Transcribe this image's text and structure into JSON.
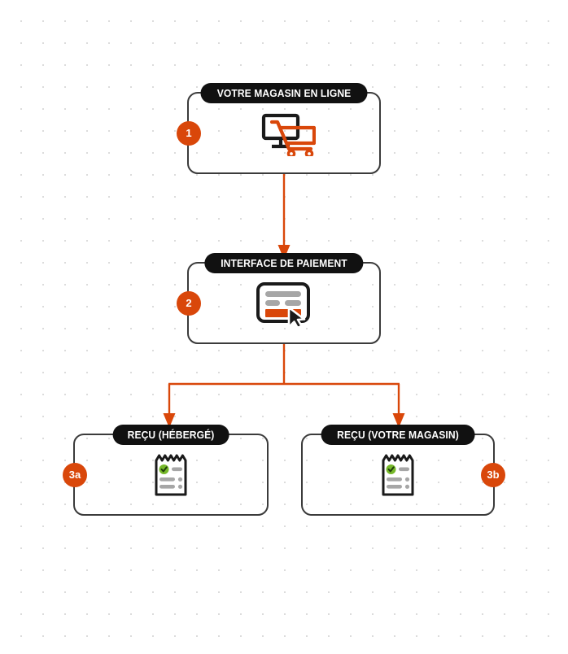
{
  "diagram": {
    "title_hidden": "",
    "accent_color": "#d9470a",
    "box_border_color": "#3b3b3b",
    "pill_bg_color": "#111111",
    "check_color": "#76b82a",
    "background": "dot-grid"
  },
  "nodes": [
    {
      "id": "store",
      "badge": "1",
      "badge_side": "left",
      "title": "VOTRE MAGASIN EN LIGNE",
      "icon": "monitor-shopping-cart-icon"
    },
    {
      "id": "payment",
      "badge": "2",
      "badge_side": "left",
      "title": "INTERFACE DE PAIEMENT",
      "icon": "payment-card-cursor-icon"
    },
    {
      "id": "receipt-hosted",
      "badge": "3a",
      "badge_side": "left",
      "title": "REÇU (HÉBERGÉ)",
      "icon": "receipt-check-icon"
    },
    {
      "id": "receipt-store",
      "badge": "3b",
      "badge_side": "right",
      "title": "REÇU (VOTRE MAGASIN)",
      "icon": "receipt-check-icon"
    }
  ],
  "connectors": [
    {
      "id": "store-to-payment",
      "from": "store",
      "to": "payment",
      "style": "arrow-down"
    },
    {
      "id": "payment-to-branch",
      "from": "payment",
      "to": "split",
      "style": "line-down"
    },
    {
      "id": "branch-to-hosted",
      "from": "split",
      "to": "receipt-hosted",
      "style": "arrow-down"
    },
    {
      "id": "branch-to-store",
      "from": "split",
      "to": "receipt-store",
      "style": "arrow-down"
    }
  ]
}
